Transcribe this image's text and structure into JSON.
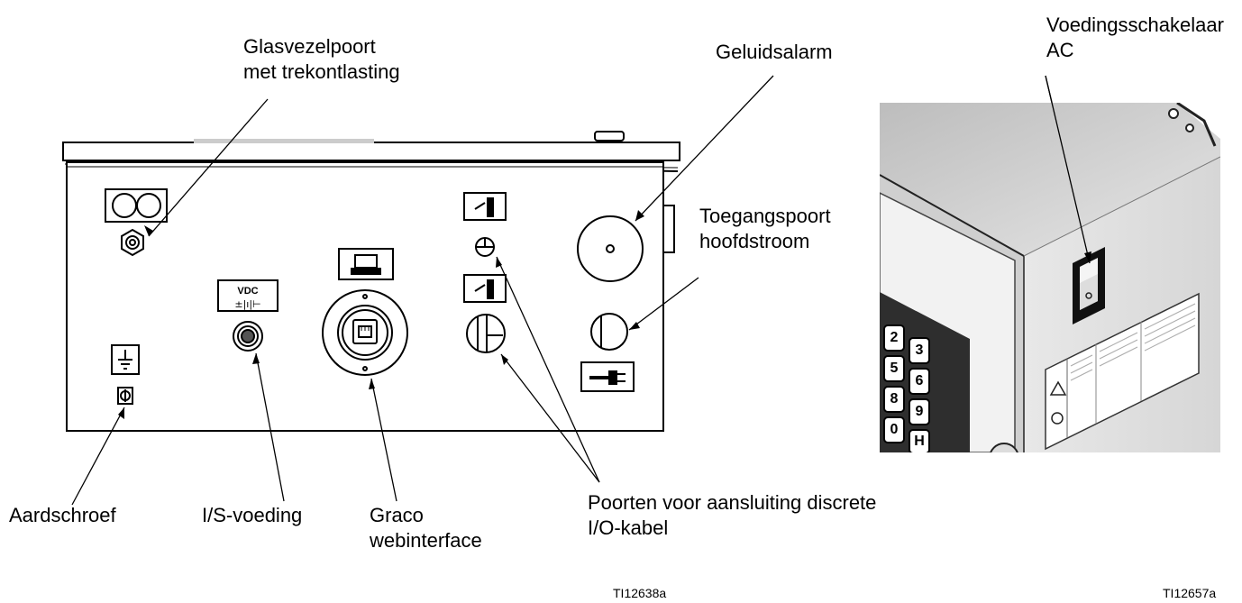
{
  "labels": {
    "fiber_port": [
      "Glasvezelpoort",
      "met trekontlasting"
    ],
    "audio_alarm": "Geluidsalarm",
    "power_switch": [
      "Voedingsschakelaar",
      "AC"
    ],
    "main_power_access": [
      "Toegangspoort",
      "hoofdstroom"
    ],
    "ground_screw": "Aardschroef",
    "io_power": "I/S-voeding",
    "graco_web": [
      "Graco",
      "webinterface"
    ],
    "discrete_io": [
      "Poorten voor aansluiting discrete",
      "I/O-kabel"
    ]
  },
  "panel_icons": {
    "vdc_text": "VDC",
    "vdc_symbol": "±|ı|⊢"
  },
  "figure_codes": {
    "left": "TI12638a",
    "right": "TI12657a"
  },
  "keypad_keys": [
    "2",
    "3",
    "5",
    "6",
    "8",
    "9",
    "0",
    "H"
  ],
  "icons": [
    "fiber-dual-port-icon",
    "computer-icon",
    "light-tower-icon",
    "ground-icon",
    "power-plug-icon",
    "warning-icon"
  ]
}
